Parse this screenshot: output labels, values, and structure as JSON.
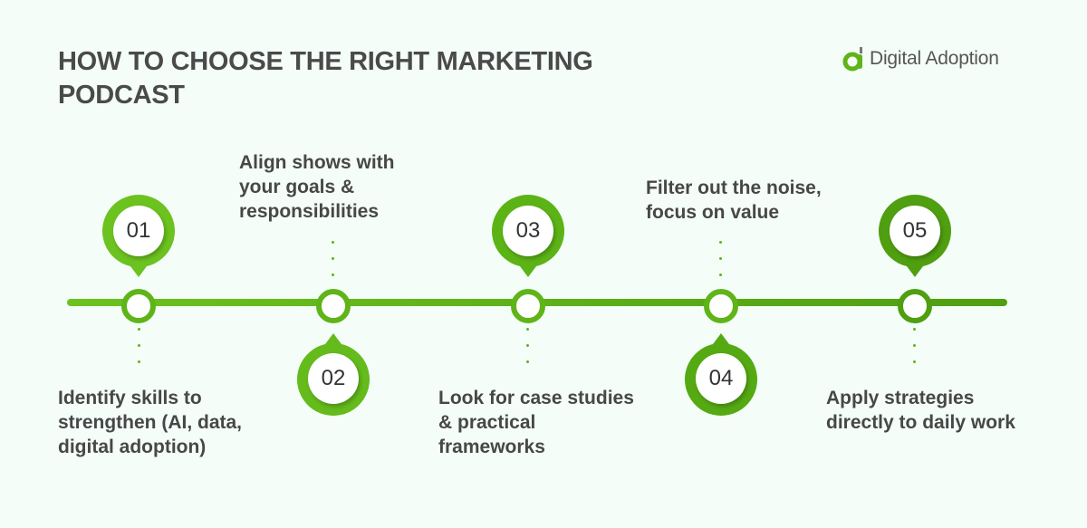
{
  "title": {
    "line1": "HOW TO CHOOSE THE RIGHT MARKETING",
    "line2": "PODCAST"
  },
  "logo": {
    "text": "Digital Adoption",
    "icon": "digital-adoption-logo-icon",
    "color": "#5fb418"
  },
  "colors": {
    "background": "#f4fdf8",
    "green_light": "#6cc21f",
    "green_dark": "#4f9f10",
    "text": "#474747"
  },
  "steps": [
    {
      "number": "01",
      "pin_position": "above",
      "lines": [
        "Identify skills to",
        "strengthen (AI, data,",
        "digital adoption)"
      ]
    },
    {
      "number": "02",
      "pin_position": "below",
      "lines": [
        "Align shows with",
        "your goals &",
        "responsibilities"
      ]
    },
    {
      "number": "03",
      "pin_position": "above",
      "lines": [
        "Look for case studies",
        "& practical",
        "frameworks"
      ]
    },
    {
      "number": "04",
      "pin_position": "below",
      "lines": [
        "Filter out the noise,",
        "focus on value"
      ]
    },
    {
      "number": "05",
      "pin_position": "above",
      "lines": [
        "Apply strategies",
        "directly to daily work"
      ]
    }
  ]
}
